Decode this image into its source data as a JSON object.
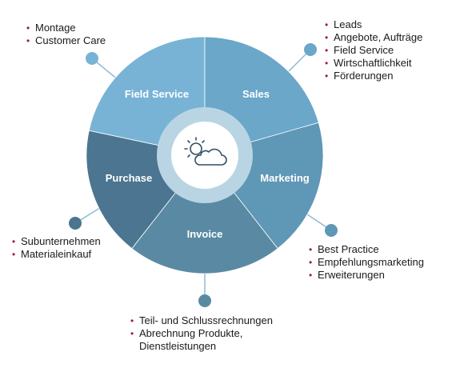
{
  "colors": {
    "field_service": "#78b3d6",
    "sales": "#6aa7c9",
    "marketing": "#5f97b6",
    "invoice": "#5a8aa3",
    "purchase": "#4b7590",
    "ring": "#b9d5e4",
    "bullet": "#a31c44"
  },
  "center_icon": "sun-cloud-icon",
  "segments": [
    {
      "id": "field_service",
      "label": "Field Service",
      "items": [
        "Montage",
        "Customer Care"
      ]
    },
    {
      "id": "sales",
      "label": "Sales",
      "items": [
        "Leads",
        "Angebote, Aufträge",
        "Field Service",
        "Wirtschaftlichkeit",
        "Förderungen"
      ]
    },
    {
      "id": "marketing",
      "label": "Marketing",
      "items": [
        "Best Practice",
        "Empfehlungsmarketing",
        "Erweiterungen"
      ]
    },
    {
      "id": "invoice",
      "label": "Invoice",
      "items": [
        "Teil- und Schlussrechnungen",
        "Abrechnung Produkte,",
        "Dienstleistungen"
      ]
    },
    {
      "id": "purchase",
      "label": "Purchase",
      "items": [
        "Subunternehmen",
        "Materialeinkauf"
      ]
    }
  ]
}
